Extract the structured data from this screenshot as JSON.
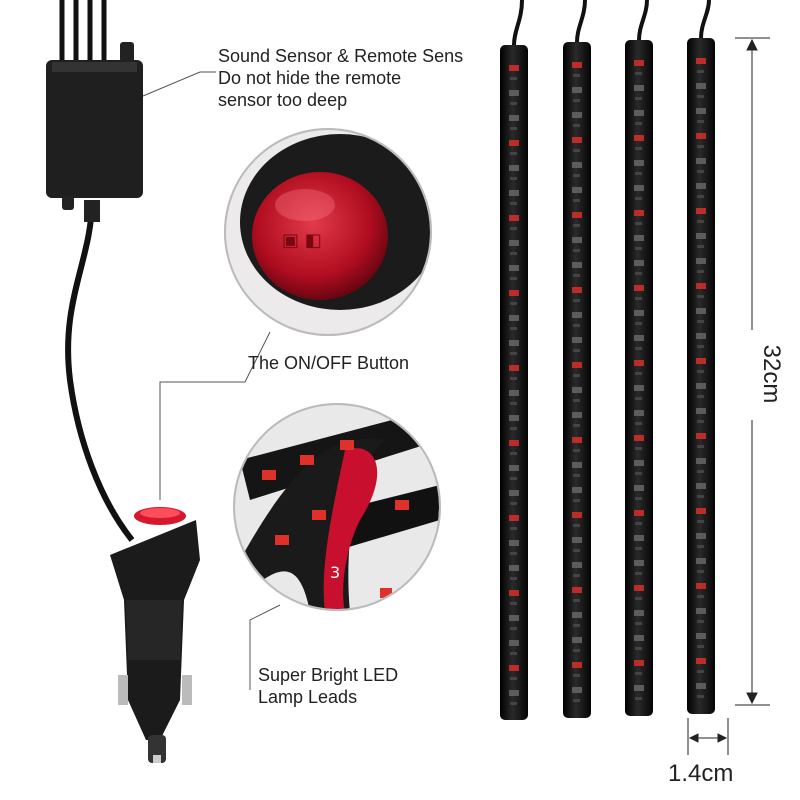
{
  "labels": {
    "sensor_line1": "Sound Sensor & Remote Sens",
    "sensor_line2": "Do not hide the remote",
    "sensor_line3": "sensor too deep",
    "button": "The ON/OFF Button",
    "led_line1": "Super Bright LED",
    "led_line2": "Lamp Leads"
  },
  "dimensions": {
    "length": "32cm",
    "width": "1.4cm"
  },
  "strip_marking": "3",
  "colors": {
    "strip": "#111111",
    "led_red": "#e0302a",
    "button_red": "#c8102e",
    "body_black": "#1a1a1a"
  }
}
